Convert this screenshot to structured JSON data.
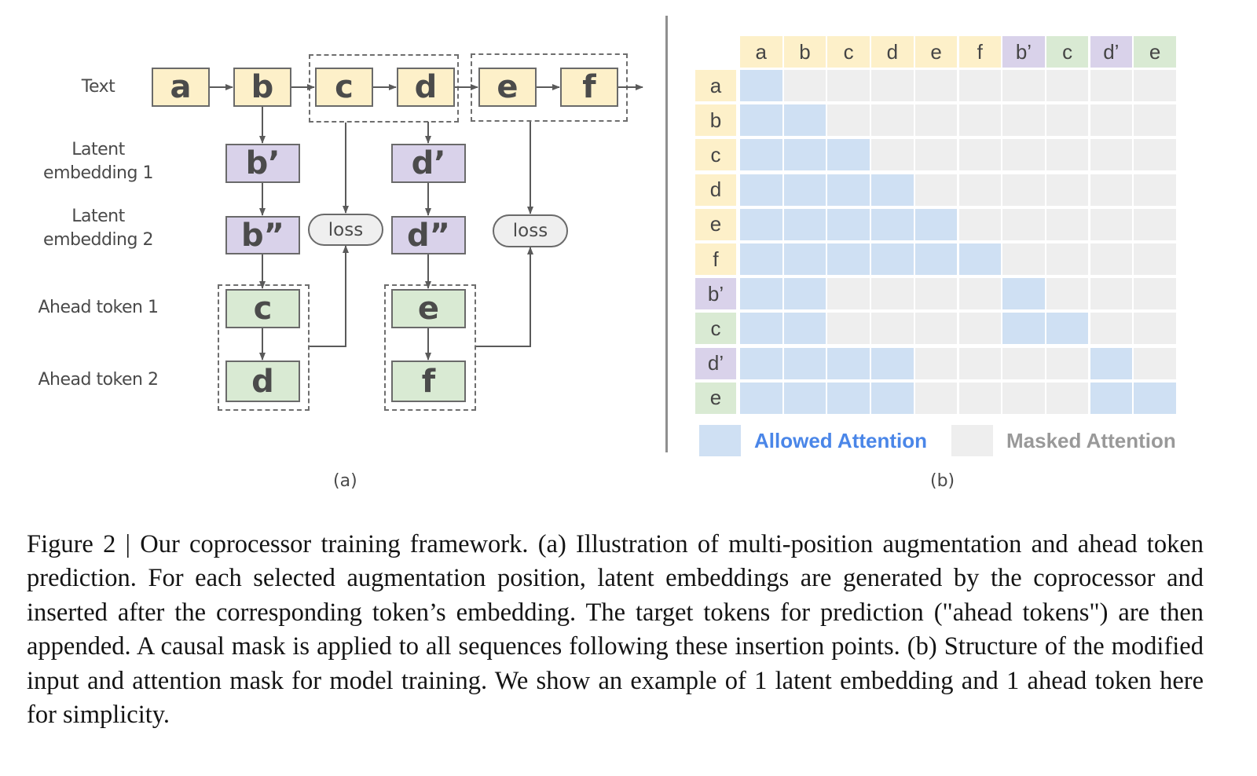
{
  "panel_a": {
    "row_labels": {
      "text": "Text",
      "latent1_line1": "Latent",
      "latent1_line2": "embedding 1",
      "latent2_line1": "Latent",
      "latent2_line2": "embedding 2",
      "ahead1": "Ahead token 1",
      "ahead2": "Ahead token 2"
    },
    "text_tokens": [
      "a",
      "b",
      "c",
      "d",
      "e",
      "f"
    ],
    "latent1_tokens": [
      "b’",
      "d’"
    ],
    "latent2_tokens": [
      "b”",
      "d”"
    ],
    "ahead1_tokens": [
      "c",
      "e"
    ],
    "ahead2_tokens": [
      "d",
      "f"
    ],
    "loss_labels": [
      "loss",
      "loss"
    ],
    "sub_caption": "(a)"
  },
  "panel_b": {
    "column_headers": [
      {
        "label": "a",
        "type": "text"
      },
      {
        "label": "b",
        "type": "text"
      },
      {
        "label": "c",
        "type": "text"
      },
      {
        "label": "d",
        "type": "text"
      },
      {
        "label": "e",
        "type": "text"
      },
      {
        "label": "f",
        "type": "text"
      },
      {
        "label": "b’",
        "type": "latent"
      },
      {
        "label": "c",
        "type": "ahead"
      },
      {
        "label": "d’",
        "type": "latent"
      },
      {
        "label": "e",
        "type": "ahead"
      }
    ],
    "row_headers": [
      {
        "label": "a",
        "type": "text"
      },
      {
        "label": "b",
        "type": "text"
      },
      {
        "label": "c",
        "type": "text"
      },
      {
        "label": "d",
        "type": "text"
      },
      {
        "label": "e",
        "type": "text"
      },
      {
        "label": "f",
        "type": "text"
      },
      {
        "label": "b’",
        "type": "latent"
      },
      {
        "label": "c",
        "type": "ahead"
      },
      {
        "label": "d’",
        "type": "latent"
      },
      {
        "label": "e",
        "type": "ahead"
      }
    ],
    "attention_mask": [
      [
        1,
        0,
        0,
        0,
        0,
        0,
        0,
        0,
        0,
        0
      ],
      [
        1,
        1,
        0,
        0,
        0,
        0,
        0,
        0,
        0,
        0
      ],
      [
        1,
        1,
        1,
        0,
        0,
        0,
        0,
        0,
        0,
        0
      ],
      [
        1,
        1,
        1,
        1,
        0,
        0,
        0,
        0,
        0,
        0
      ],
      [
        1,
        1,
        1,
        1,
        1,
        0,
        0,
        0,
        0,
        0
      ],
      [
        1,
        1,
        1,
        1,
        1,
        1,
        0,
        0,
        0,
        0
      ],
      [
        1,
        1,
        0,
        0,
        0,
        0,
        1,
        0,
        0,
        0
      ],
      [
        1,
        1,
        0,
        0,
        0,
        0,
        1,
        1,
        0,
        0
      ],
      [
        1,
        1,
        1,
        1,
        0,
        0,
        0,
        0,
        1,
        0
      ],
      [
        1,
        1,
        1,
        1,
        0,
        0,
        0,
        0,
        1,
        1
      ]
    ],
    "legend": {
      "allowed": "Allowed Attention",
      "masked": "Masked Attention"
    },
    "colors": {
      "text_token": "#fdf0c9",
      "latent_token": "#d9d2ea",
      "ahead_token": "#d9ead3",
      "allowed": "#cfe0f3",
      "masked": "#eeeeee",
      "allowed_label": "#4a86e8",
      "masked_label": "#999999"
    },
    "sub_caption": "(b)"
  },
  "caption": {
    "text": "Figure 2 | Our coprocessor training framework. (a) Illustration of multi-position augmentation and ahead token prediction. For each selected augmentation position, latent embeddings are generated by the coprocessor and inserted after the corresponding token’s embedding. The target tokens for prediction (\"ahead tokens\") are then appended. A causal mask is applied to all sequences following these insertion points. (b) Structure of the modified input and attention mask for model training. We show an example of 1 latent embedding and 1 ahead token here for simplicity."
  }
}
